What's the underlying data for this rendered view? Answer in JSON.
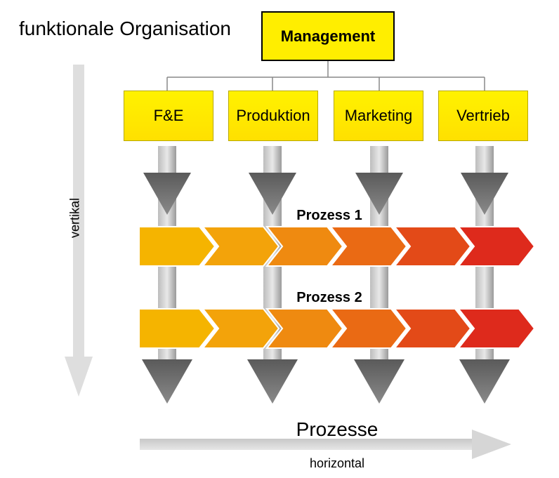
{
  "diagram": {
    "title": "funktionale Organisation",
    "management": "Management",
    "departments": [
      "F&E",
      "Produktion",
      "Marketing",
      "Vertrieb"
    ],
    "vertical_label": "vertikal",
    "processes": [
      "Prozess 1",
      "Prozess 2"
    ],
    "horizontal_title": "Prozesse",
    "horizontal_label": "horizontal",
    "chevron_colors": [
      "#f5b400",
      "#f3a30a",
      "#ef8a10",
      "#ea6a14",
      "#e34a18",
      "#de2a1c"
    ],
    "box_color": "#ffee00",
    "flow_arrow_color": "#7a7a7a",
    "axis_arrow_color": "#d9d9d9"
  }
}
